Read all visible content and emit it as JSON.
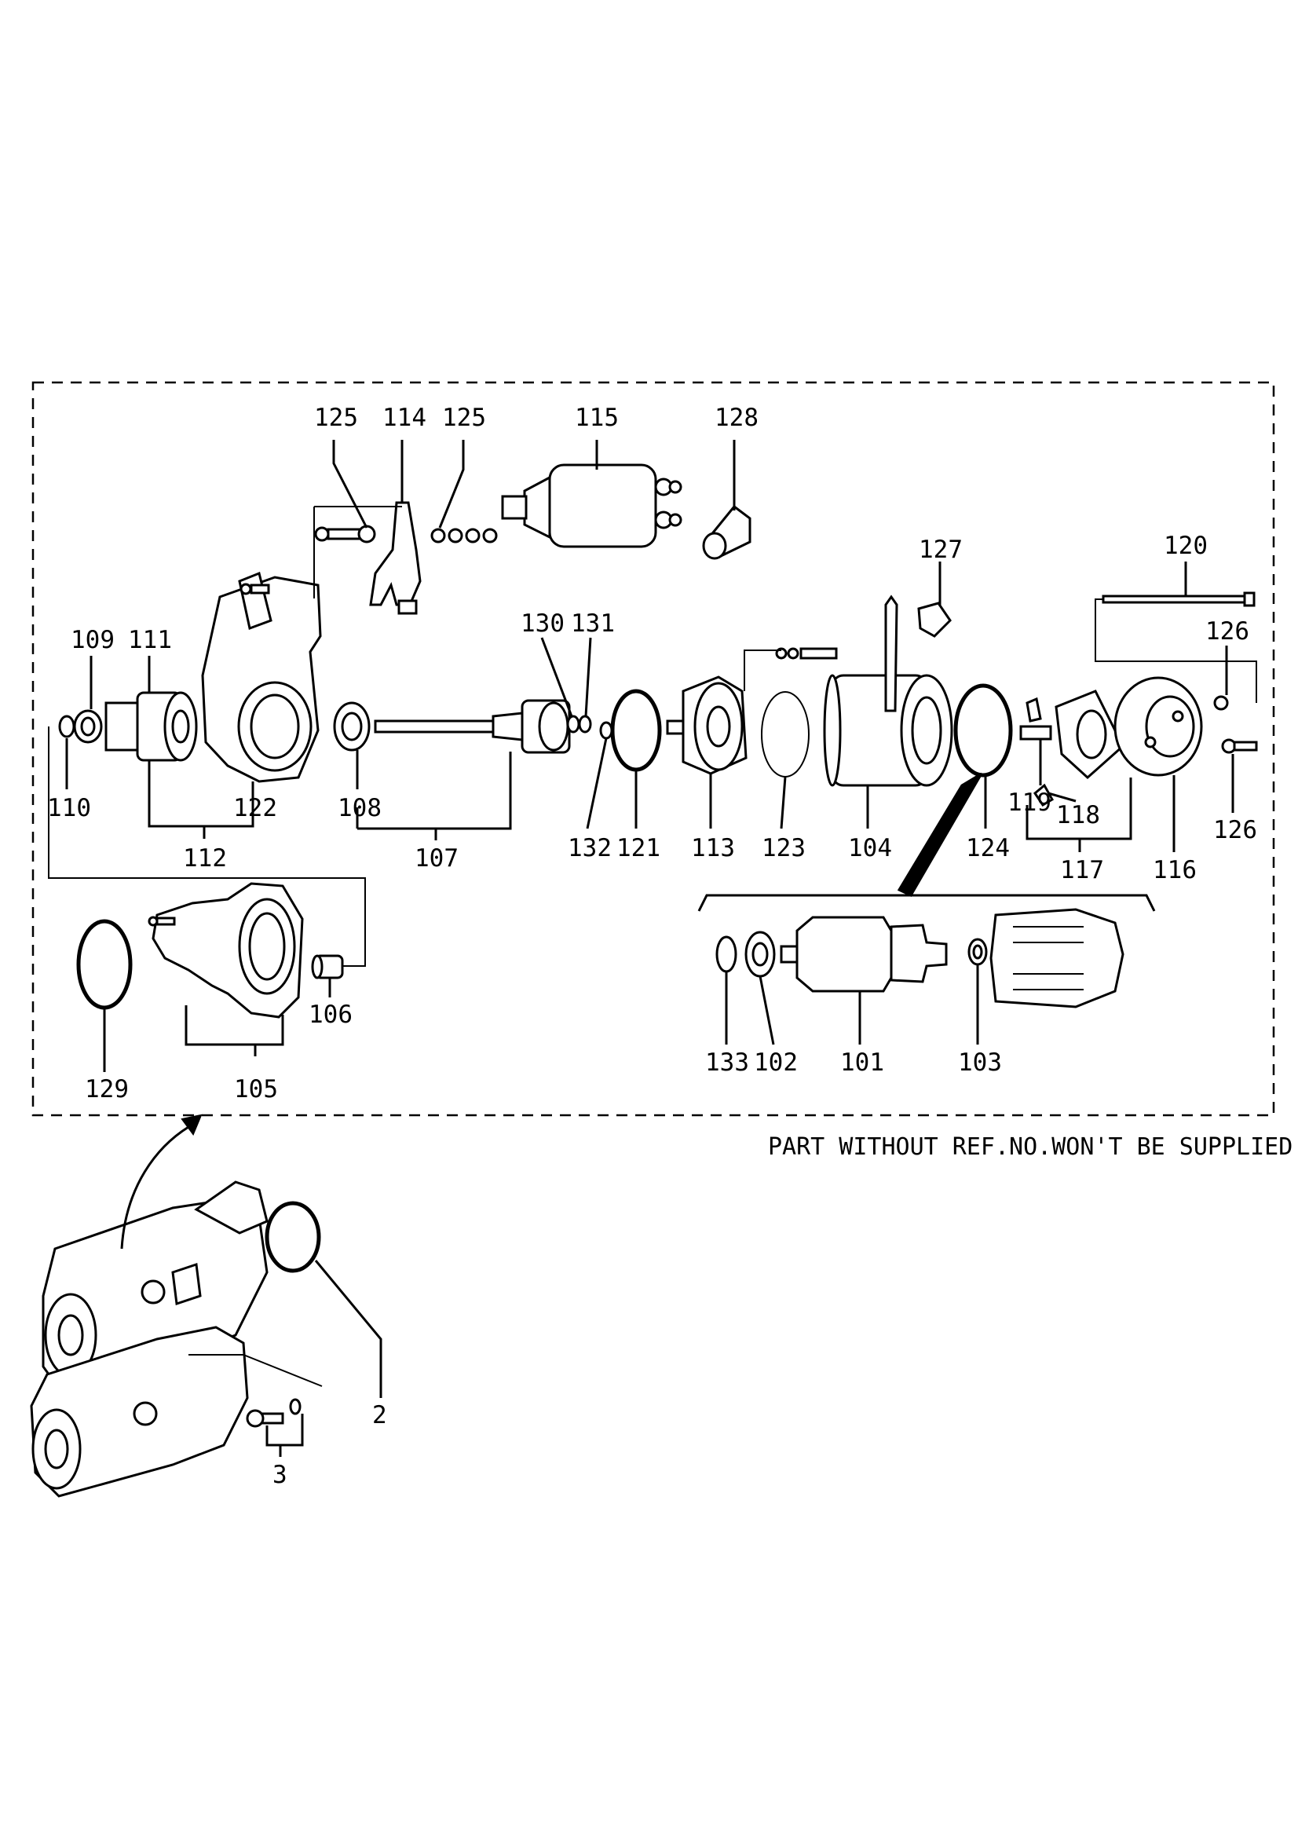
{
  "diagram": {
    "footer_note": "PART WITHOUT REF.NO.WON'T BE SUPPLIED.",
    "reference_numbers": {
      "r125a": "125",
      "r114": "114",
      "r125b": "125",
      "r115": "115",
      "r128": "128",
      "r127": "127",
      "r120": "120",
      "r109": "109",
      "r111": "111",
      "r130": "130",
      "r131": "131",
      "r126a": "126",
      "r110": "110",
      "r122": "122",
      "r108": "108",
      "r132": "132",
      "r121": "121",
      "r113": "113",
      "r123": "123",
      "r104": "104",
      "r124": "124",
      "r119": "119",
      "r118": "118",
      "r126b": "126",
      "r112": "112",
      "r107": "107",
      "r117": "117",
      "r116": "116",
      "r106": "106",
      "r129": "129",
      "r105": "105",
      "r133": "133",
      "r102": "102",
      "r101": "101",
      "r103": "103",
      "r2": "2",
      "r3": "3"
    }
  }
}
